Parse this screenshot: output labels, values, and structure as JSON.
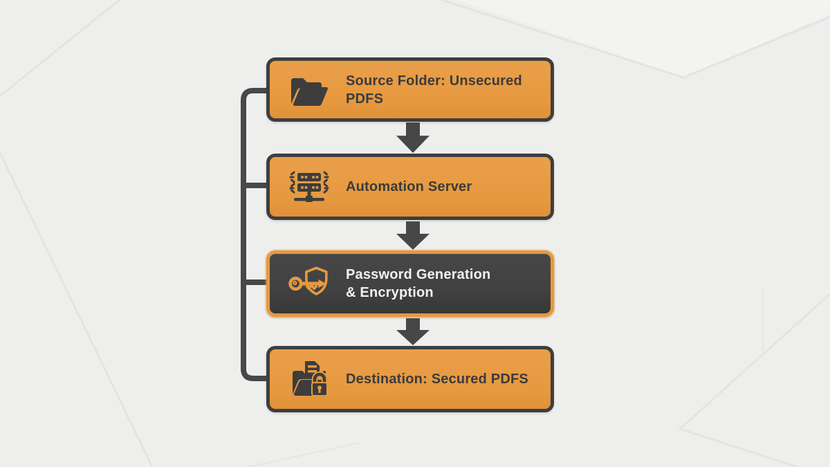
{
  "diagram": {
    "title": "PDF securing automation flow",
    "colors": {
      "background": "#eeefed",
      "accent_orange": "#e6993f",
      "dark_charcoal": "#3e3e3e",
      "connector": "#484848",
      "light_text": "#f2f2f2"
    },
    "nodes": [
      {
        "id": "source",
        "label": "Source Folder: Unsecured PDFS",
        "icon": "open-folder-icon",
        "style": "orange"
      },
      {
        "id": "server",
        "label": "Automation Server",
        "icon": "automation-server-icon",
        "style": "orange"
      },
      {
        "id": "password",
        "label": "Password Generation & Encryption",
        "icon": "key-shield-icon",
        "style": "dark"
      },
      {
        "id": "destination",
        "label": "Destination: Secured PDFS",
        "icon": "secured-folder-icon",
        "style": "orange"
      }
    ],
    "flow": [
      "source",
      "server",
      "password",
      "destination"
    ]
  }
}
